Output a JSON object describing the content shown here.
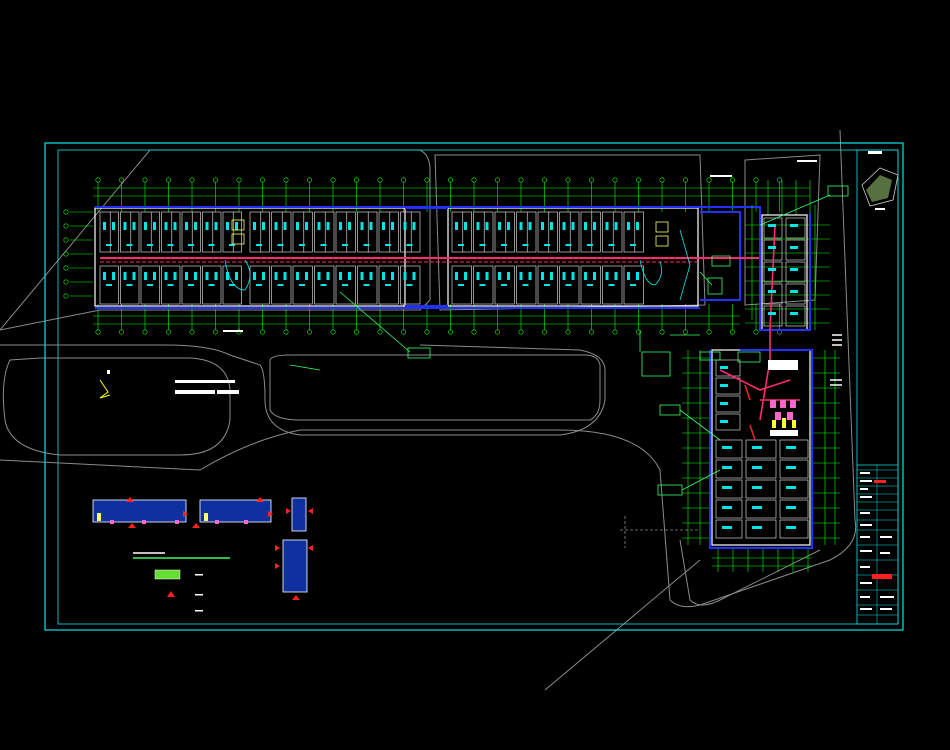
{
  "drawing": {
    "title": "",
    "scale_note": "",
    "sheet_frame": "cad-drawing-sheet"
  },
  "colors": {
    "background": "#000000",
    "frame": "#00e5e5",
    "grid_axis": "#00ff00",
    "walls": "#ffffff",
    "pipe_red": "#ff2a6d",
    "duct_blue": "#2030ff",
    "equipment_cyan": "#00ffff",
    "leader_green": "#33ff66",
    "terrain_gray": "#8a8a8a",
    "marker_red": "#ff2020",
    "legend_fill": "#1030a0"
  },
  "legend": {
    "items": [
      {
        "symbol": "hatched-rectangle",
        "text": ""
      },
      {
        "symbol": "red-triangle",
        "text": ""
      }
    ]
  },
  "title_block": {
    "present": true
  }
}
